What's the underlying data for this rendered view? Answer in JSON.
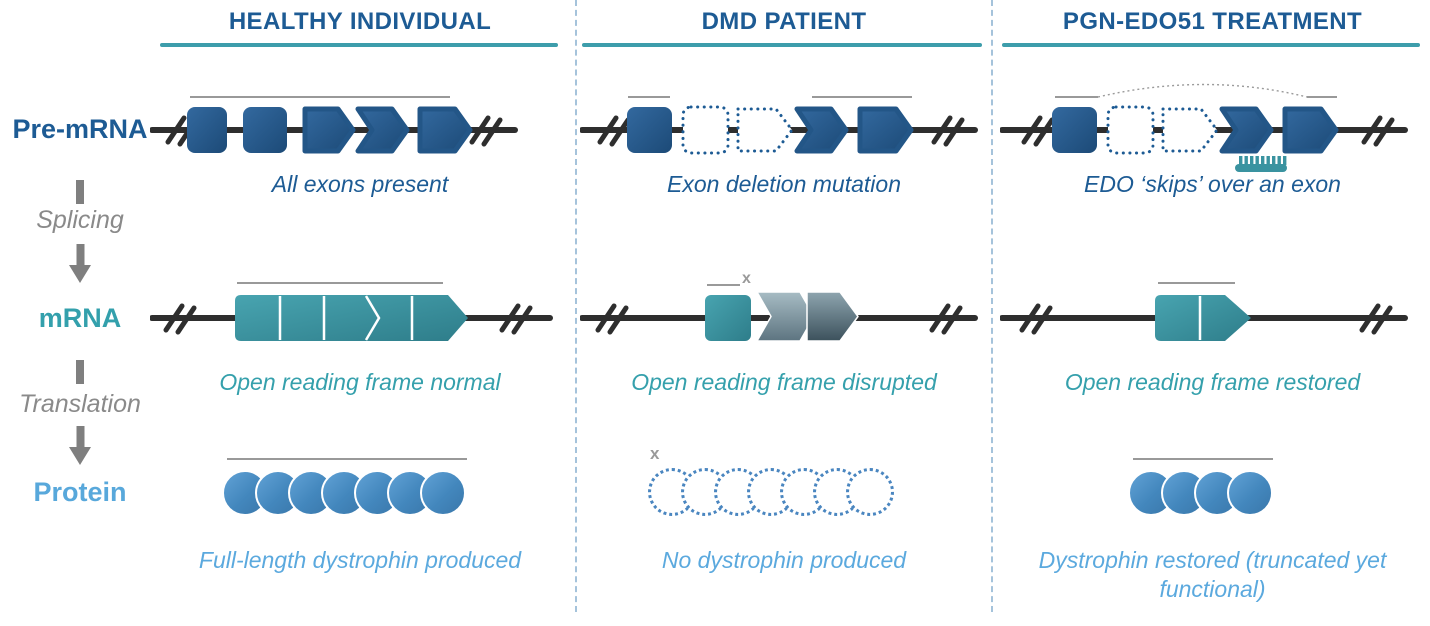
{
  "row_labels": {
    "premrna": "Pre-mRNA",
    "mrna": "mRNA",
    "protein": "Protein"
  },
  "processes": {
    "splicing": "Splicing",
    "translation": "Translation"
  },
  "columns": [
    {
      "title": "HEALTHY INDIVIDUAL",
      "premrna_caption": "All exons present",
      "mrna_caption": "Open reading frame normal",
      "protein_caption": "Full-length dystrophin produced",
      "premrna_exons": [
        "present",
        "present",
        "present",
        "present",
        "present"
      ],
      "mrna_exon_count": 5,
      "protein": {
        "count": 7,
        "style": "solid"
      }
    },
    {
      "title": "DMD PATIENT",
      "premrna_caption": "Exon deletion mutation",
      "mrna_caption": "Open reading frame disrupted",
      "protein_caption": "No dystrophin produced",
      "premrna_exons": [
        "present",
        "deleted",
        "deleted",
        "present",
        "present"
      ],
      "mrna_exon_count": 3,
      "protein": {
        "count": 7,
        "style": "dotted"
      }
    },
    {
      "title": "PGN-EDO51 TREATMENT",
      "premrna_caption": "EDO ‘skips’ over an exon",
      "mrna_caption": "Open reading frame restored",
      "protein_caption": "Dystrophin restored (truncated yet functional)",
      "premrna_exons": [
        "present",
        "skipped",
        "skipped",
        "present",
        "present"
      ],
      "mrna_exon_count": 2,
      "protein": {
        "count": 4,
        "style": "solid"
      }
    }
  ],
  "icons": {
    "x_mark": "x"
  },
  "colors": {
    "header_blue": "#1d5b94",
    "teal": "#3d9dab",
    "light_blue": "#5ba9de",
    "gray": "#8a8a8a",
    "line_black": "#2e2e2e"
  }
}
